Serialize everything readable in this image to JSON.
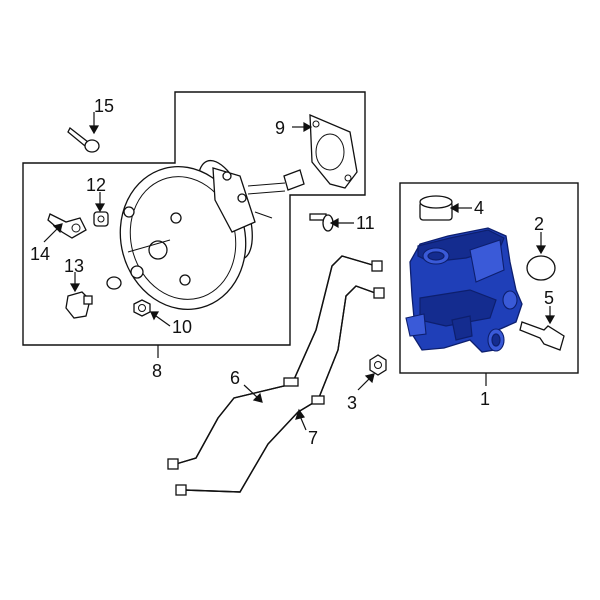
{
  "diagram": {
    "callouts": [
      {
        "id": "1",
        "text": "1"
      },
      {
        "id": "2",
        "text": "2"
      },
      {
        "id": "3",
        "text": "3"
      },
      {
        "id": "4",
        "text": "4"
      },
      {
        "id": "5",
        "text": "5"
      },
      {
        "id": "6",
        "text": "6"
      },
      {
        "id": "7",
        "text": "7"
      },
      {
        "id": "8",
        "text": "8"
      },
      {
        "id": "9",
        "text": "9"
      },
      {
        "id": "10",
        "text": "10"
      },
      {
        "id": "11",
        "text": "11"
      },
      {
        "id": "12",
        "text": "12"
      },
      {
        "id": "13",
        "text": "13"
      },
      {
        "id": "14",
        "text": "14"
      },
      {
        "id": "15",
        "text": "15"
      }
    ],
    "colors": {
      "highlight": "#1f3fb8",
      "line": "#111111",
      "background": "#ffffff"
    }
  }
}
